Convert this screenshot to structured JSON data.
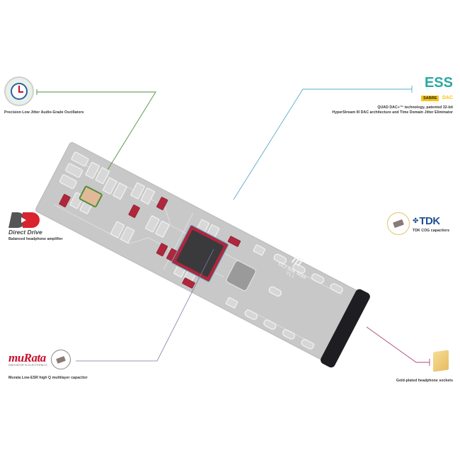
{
  "features": {
    "oscillators": {
      "caption": "Precision Low Jitter Audio-Grade Oscillators",
      "icon": "clock-icon",
      "line_color": "#4f8f3a"
    },
    "ess_dac": {
      "logo_text": "ESS",
      "logo_badge": "SABRE",
      "logo_suffix": "DAC",
      "caption_line1": "QUAD DAC+™ technology, patented 32-bit",
      "caption_line2": "HyperStream III DAC architecture and Time Domain Jitter Eliminator",
      "line_color": "#5aa9cc"
    },
    "direct_drive": {
      "logo_text": "Direct Drive",
      "caption": "Balanced headphone amplifier"
    },
    "tdk": {
      "logo_text": "TDK",
      "caption": "TDK COG capacitors"
    },
    "murata": {
      "logo_text": "muRata",
      "logo_sub": "INNOVATOR IN ELECTRONICS",
      "caption": "Murata Low-ESR high Q multilayer capacitor",
      "line_color": "#7a7aa8"
    },
    "sockets": {
      "caption": "Gold-plated headphone sockets",
      "line_color": "#b0457a"
    }
  },
  "device": {
    "brand": "ifi",
    "model": "GO link Max",
    "version": "V1.1"
  },
  "colors": {
    "pcb": "#c9c9c9",
    "pad_red": "#b0273c",
    "chip": "#3a3a3c",
    "socket": "#1e1e22",
    "gold": "#f1cf7c",
    "tdk_ring": "#e2c36a"
  }
}
